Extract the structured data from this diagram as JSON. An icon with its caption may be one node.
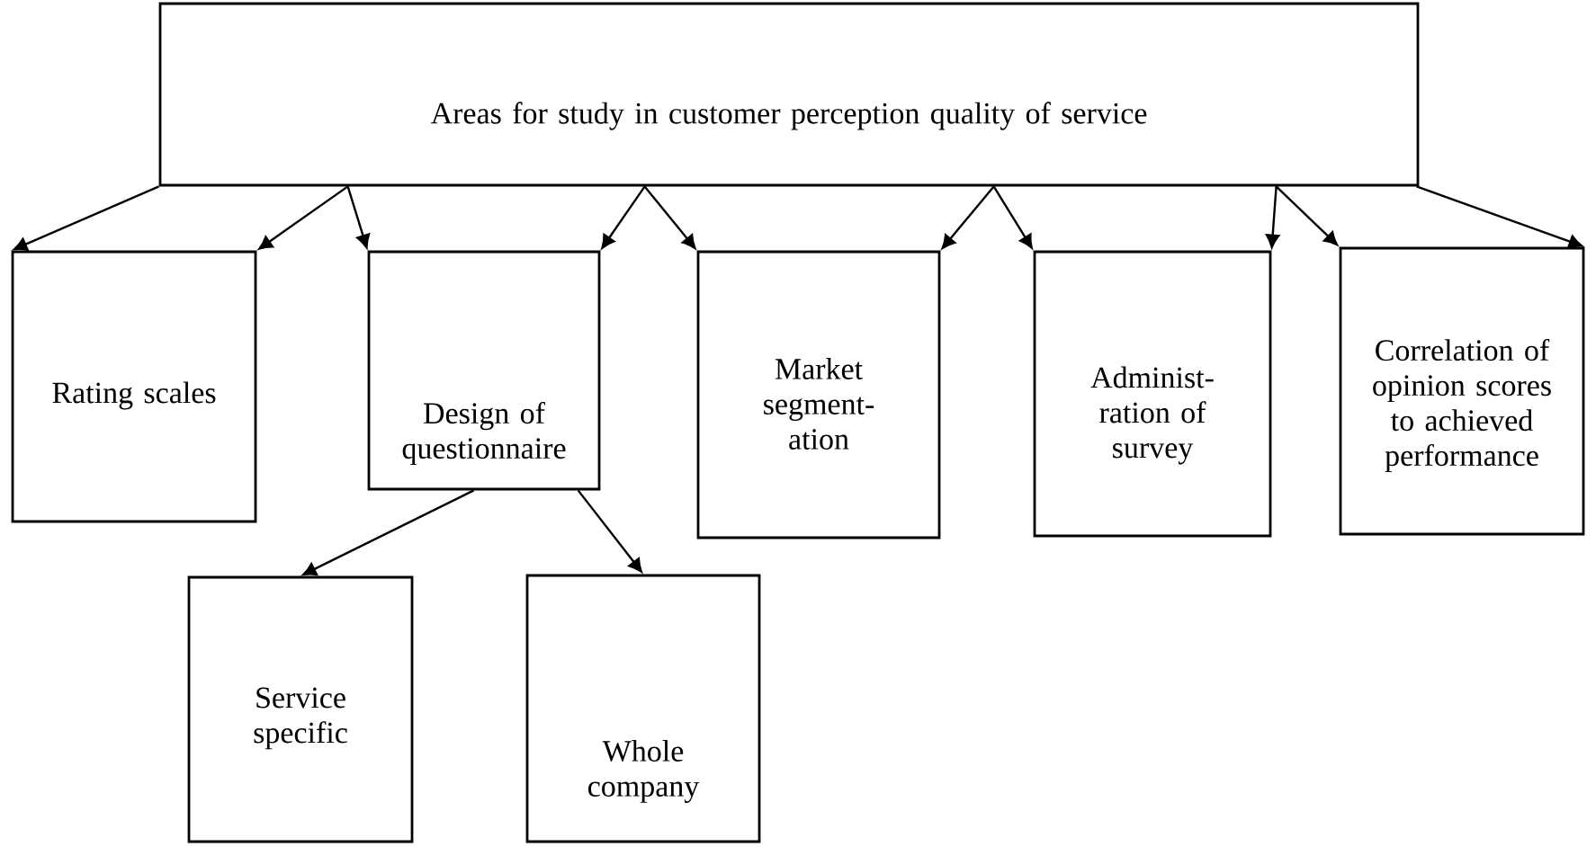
{
  "diagram": {
    "nodes": [
      {
        "text": [
          "Areas for study in customer perception quality of service"
        ]
      },
      {
        "text": [
          "Rating scales"
        ]
      },
      {
        "text": [
          "Design of questionnaire"
        ]
      },
      {
        "text": [
          "Market segment- ation"
        ]
      },
      {
        "text": [
          "Administ- ration of survey"
        ]
      },
      {
        "text": [
          "Correlation of opinion scores to achieved performance"
        ]
      },
      {
        "text": [
          "Service specific"
        ]
      },
      {
        "text": [
          "Whole company"
        ]
      }
    ],
    "edges": [
      {
        "from": 0,
        "to": 1,
        "arrow": "to"
      },
      {
        "from": 0,
        "to": 1,
        "arrow": "to"
      },
      {
        "from": 0,
        "to": 2,
        "arrow": "to"
      },
      {
        "from": 0,
        "to": 2,
        "arrow": "to"
      },
      {
        "from": 0,
        "to": 3,
        "arrow": "to"
      },
      {
        "from": 0,
        "to": 3,
        "arrow": "to"
      },
      {
        "from": 0,
        "to": 4,
        "arrow": "to"
      },
      {
        "from": 0,
        "to": 4,
        "arrow": "to"
      },
      {
        "from": 0,
        "to": 5,
        "arrow": "to"
      },
      {
        "from": 0,
        "to": 5,
        "arrow": "to"
      },
      {
        "from": 2,
        "to": 6,
        "arrow": "to"
      },
      {
        "from": 2,
        "to": 7,
        "arrow": "to"
      }
    ]
  }
}
